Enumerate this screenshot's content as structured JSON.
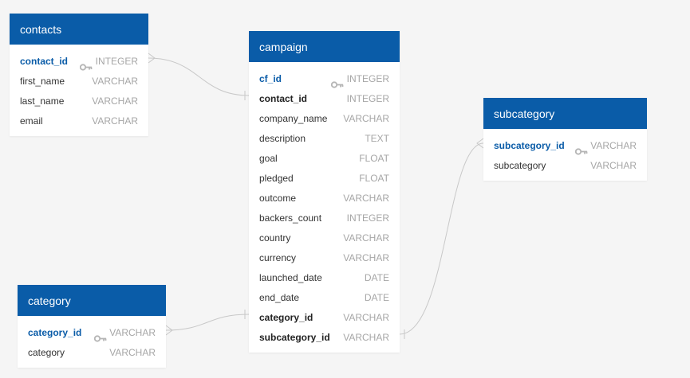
{
  "colors": {
    "background": "#f5f5f5",
    "header": "#0a5ca8",
    "primary_key_text": "#0a5ca8",
    "type_text": "#a6a6a6",
    "connector": "#c8c8c8"
  },
  "icons": {
    "primary_key": "key-icon"
  },
  "tables": {
    "contacts": {
      "title": "contacts",
      "fields": [
        {
          "name": "contact_id",
          "type": "INTEGER"
        },
        {
          "name": "first_name",
          "type": "VARCHAR"
        },
        {
          "name": "last_name",
          "type": "VARCHAR"
        },
        {
          "name": "email",
          "type": "VARCHAR"
        }
      ]
    },
    "campaign": {
      "title": "campaign",
      "fields": [
        {
          "name": "cf_id",
          "type": "INTEGER"
        },
        {
          "name": "contact_id",
          "type": "INTEGER"
        },
        {
          "name": "company_name",
          "type": "VARCHAR"
        },
        {
          "name": "description",
          "type": "TEXT"
        },
        {
          "name": "goal",
          "type": "FLOAT"
        },
        {
          "name": "pledged",
          "type": "FLOAT"
        },
        {
          "name": "outcome",
          "type": "VARCHAR"
        },
        {
          "name": "backers_count",
          "type": "INTEGER"
        },
        {
          "name": "country",
          "type": "VARCHAR"
        },
        {
          "name": "currency",
          "type": "VARCHAR"
        },
        {
          "name": "launched_date",
          "type": "DATE"
        },
        {
          "name": "end_date",
          "type": "DATE"
        },
        {
          "name": "category_id",
          "type": "VARCHAR"
        },
        {
          "name": "subcategory_id",
          "type": "VARCHAR"
        }
      ]
    },
    "subcategory": {
      "title": "subcategory",
      "fields": [
        {
          "name": "subcategory_id",
          "type": "VARCHAR"
        },
        {
          "name": "subcategory",
          "type": "VARCHAR"
        }
      ]
    },
    "category": {
      "title": "category",
      "fields": [
        {
          "name": "category_id",
          "type": "VARCHAR"
        },
        {
          "name": "category",
          "type": "VARCHAR"
        }
      ]
    }
  }
}
